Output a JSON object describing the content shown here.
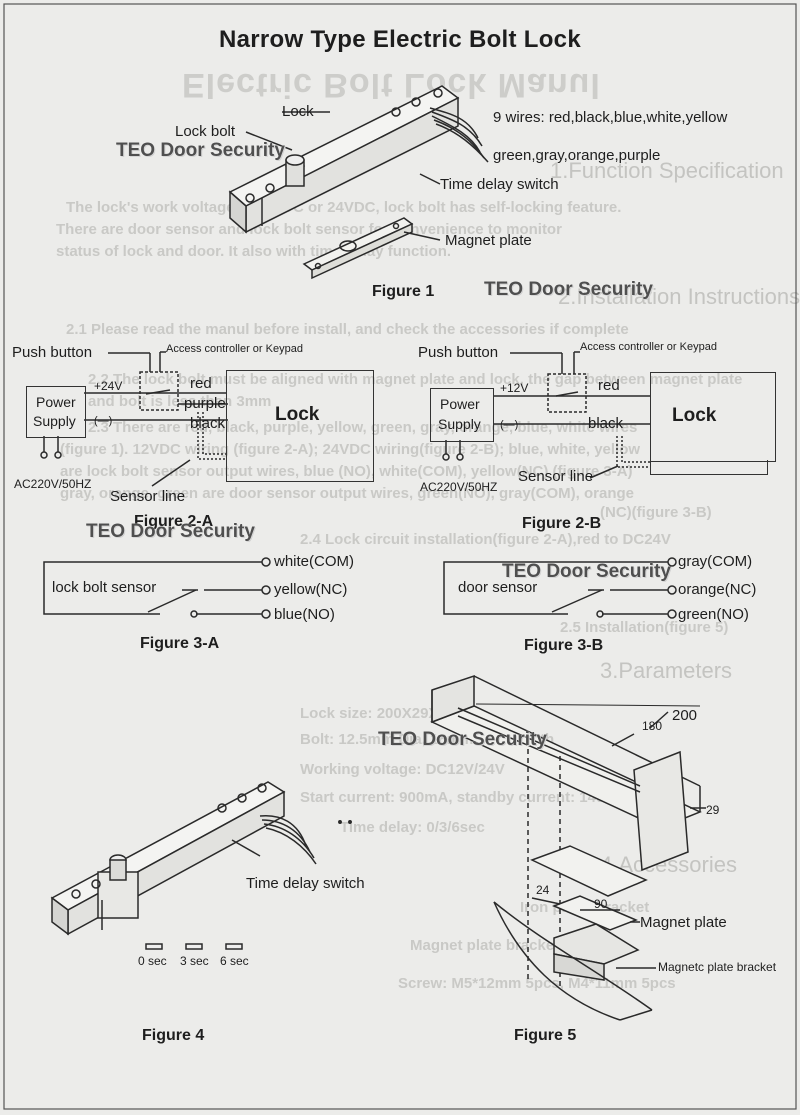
{
  "title": "Narrow Type Electric Bolt Lock",
  "watermark": "TEO Door Security",
  "background_manual": {
    "heading": "Electric Bolt Lock Manul",
    "sections": [
      "1.Function Specification",
      "2.Installation Instructions",
      "3.Parameters",
      "4.Accessories"
    ],
    "lines": [
      "The lock's work voltage is 12VDC or 24VDC, lock bolt has self-locking feature.",
      "There are door sensor and lock bolt sensor for convenience to monitor",
      "status of lock and door. It also with time delay function.",
      "2.1 Please read the manul before install, and check the accessories if complete",
      "2.2 The lock bolt must be aligned with magnet plate and lock, the gap between magnet plate",
      "and bolt is less than 3mm",
      "2.3 There are red, black, purple, yellow, green, gray, orange, blue, white wires",
      "(figure 1). 12VDC wiring (figure 2-A); 24VDC wiring(figure 2-B); blue, white, yellow",
      "are lock bolt sensor output wires, blue (NO), white(COM), yellow(NC) (figure 3-A)",
      "gray, orange, green are door sensor output wires, green(NO), gray(COM), orange",
      "(NC)(figure 3-B)",
      "2.4 Lock circuit installation(figure 2-A),red to DC24V",
      "2.5 Installation(figure 5)",
      "Lock size: 200X29X35mm",
      "Bolt: 12.5mm Dia, 18mm bolt length",
      "Working voltage: DC12V/24V",
      "Start current: 900mA, standby current: 140mA",
      "Time delay: 0/3/6sec",
      "Iron plate, bracket",
      "Magnet plate bracket(1 pcs)",
      "Screw: M5*12mm 5pcs, M4*11mm 5pcs"
    ]
  },
  "figure1": {
    "lock": "Lock",
    "lock_bolt": "Lock bolt",
    "wires_line1": "9 wires: red,black,blue,white,yellow",
    "wires_line2": "green,gray,orange,purple",
    "time_delay": "Time delay switch",
    "magnet_plate": "Magnet plate",
    "caption": "Figure 1"
  },
  "figure2a": {
    "push_button": "Push button",
    "controller": "Access controller or Keypad",
    "voltage": "+24V",
    "minus": "(—)",
    "power_supply_1": "Power",
    "power_supply_2": "Supply",
    "ac": "AC220V/50HZ",
    "red": "red",
    "purple": "purple",
    "black": "black",
    "lock": "Lock",
    "sensor_line": "Sensor line",
    "caption": "Figure 2-A"
  },
  "figure2b": {
    "push_button": "Push button",
    "controller": "Access controller or Keypad",
    "voltage": "+12V",
    "minus": "(—)",
    "power_supply_1": "Power",
    "power_supply_2": "Supply",
    "ac": "AC220V/50HZ",
    "red": "red",
    "black": "black",
    "lock": "Lock",
    "sensor_line": "Sensor line",
    "caption": "Figure 2-B"
  },
  "figure3a": {
    "sensor": "lock bolt sensor",
    "com": "white(COM)",
    "nc": "yellow(NC)",
    "no": "blue(NO)",
    "caption": "Figure 3-A"
  },
  "figure3b": {
    "sensor": "door sensor",
    "com": "gray(COM)",
    "nc": "orange(NC)",
    "no": "green(NO)",
    "caption": "Figure 3-B"
  },
  "figure4": {
    "time_delay": "Time delay switch",
    "s0": "0 sec",
    "s3": "3 sec",
    "s6": "6 sec",
    "caption": "Figure 4"
  },
  "figure5": {
    "d200": "200",
    "d180": "180",
    "d29": "29",
    "d24": "24",
    "d90": "90",
    "magnet_plate": "Magnet plate",
    "bracket": "Magnetc plate bracket",
    "caption": "Figure 5"
  }
}
